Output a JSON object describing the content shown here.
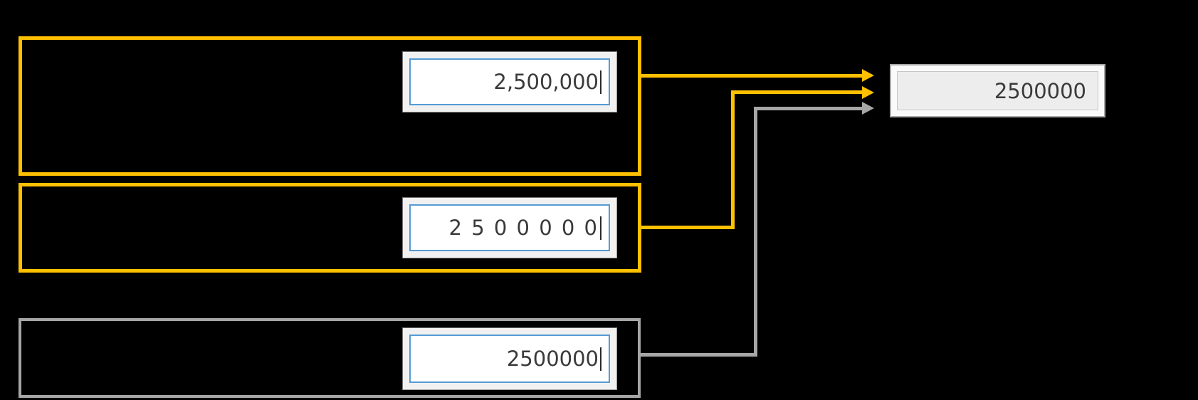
{
  "background": "#000000",
  "colors": {
    "accent_yellow": "#FFC000",
    "connector_gray": "#A6A6A6",
    "input_focus_blue": "#559BD5",
    "value_text": "#3A3A3A"
  },
  "inputs": [
    {
      "id": "input-1",
      "value": "2,500,000",
      "caret": true,
      "highlight": "yellow"
    },
    {
      "id": "input-2",
      "value": "2 5 0 0 0 0 0",
      "caret": true,
      "highlight": "yellow"
    },
    {
      "id": "input-3",
      "value": "2500000",
      "caret": true,
      "highlight": "gray"
    }
  ],
  "output": {
    "value": "2500000"
  },
  "connectors": [
    {
      "from": "input-1",
      "to": "output",
      "color": "#FFC000"
    },
    {
      "from": "input-2",
      "to": "output",
      "color": "#FFC000"
    },
    {
      "from": "input-3",
      "to": "output",
      "color": "#A6A6A6"
    }
  ]
}
